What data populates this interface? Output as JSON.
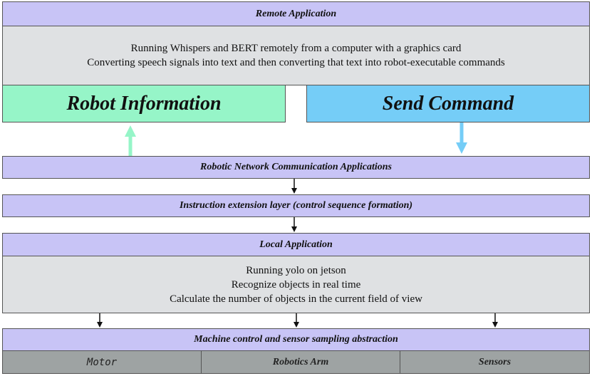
{
  "remote": {
    "title": "Remote Application",
    "lines": [
      "Running Whispers and BERT remotely from a computer with a graphics card",
      "Converting speech signals into text and then converting that text into robot-executable commands"
    ]
  },
  "robot_info": {
    "label": "Robot Information",
    "color": "#96f5c8"
  },
  "send_command": {
    "label": "Send Command",
    "color": "#75cdf7"
  },
  "network": {
    "title": "Robotic Network Communication Applications"
  },
  "instruction": {
    "title": "Instruction extension layer (control sequence formation)"
  },
  "local": {
    "title": "Local Application",
    "lines": [
      "Running yolo on jetson",
      "Recognize objects in real time",
      "Calculate the number of objects in the current field of view"
    ]
  },
  "machine": {
    "title": "Machine control and sensor sampling abstraction"
  },
  "components": [
    "Motor",
    "Robotics Arm",
    "Sensors"
  ],
  "colors": {
    "header": "#c8c4f6",
    "body": "#dfe1e3",
    "footer": "#9ea3a3"
  }
}
